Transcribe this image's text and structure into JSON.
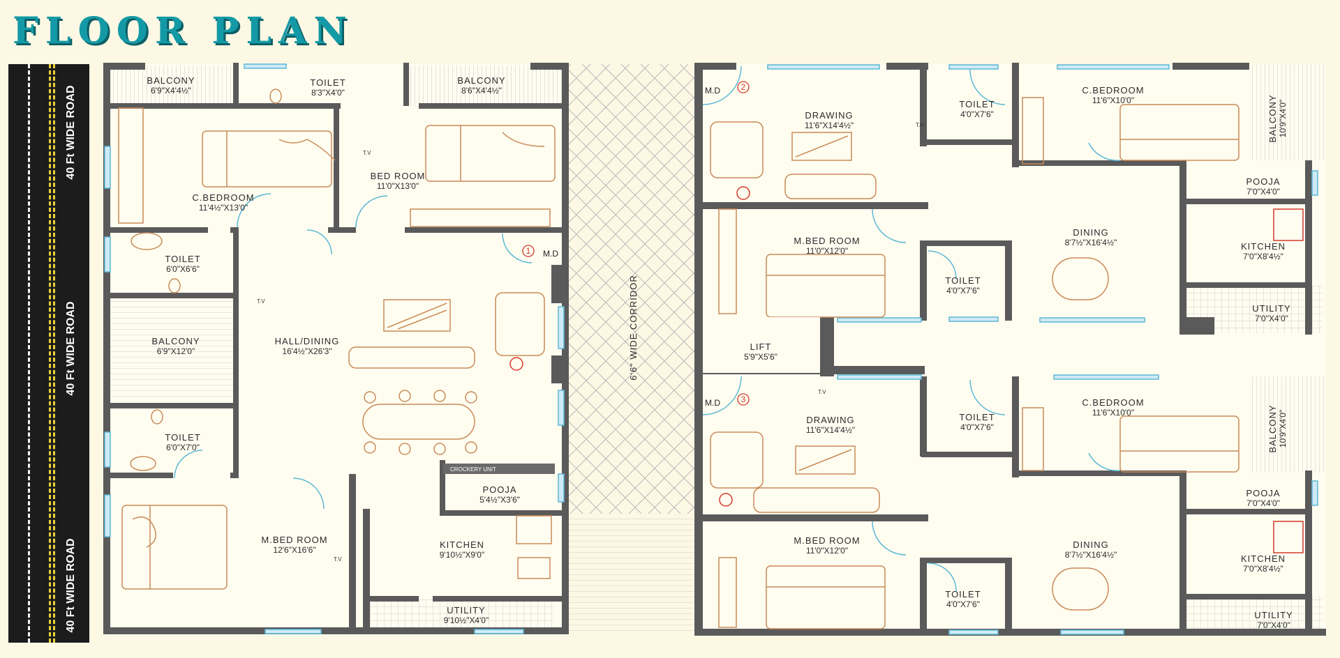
{
  "title": "FLOOR PLAN",
  "road": {
    "label": "40 Ft WIDE ROAD"
  },
  "corridor": {
    "label": "6'6\" WIDE CORRIDOR"
  },
  "rooms": [
    {
      "id": "balcony-a",
      "name": "BALCONY",
      "dims": "6'9\"X4'4½\""
    },
    {
      "id": "toilet-a",
      "name": "TOILET",
      "dims": "8'3\"X4'0\""
    },
    {
      "id": "balcony-b",
      "name": "BALCONY",
      "dims": "8'6\"X4'4½\""
    },
    {
      "id": "cbedroom-a",
      "name": "C.BEDROOM",
      "dims": "11'4½\"X13'0\""
    },
    {
      "id": "bedroom-a",
      "name": "BED ROOM",
      "dims": "11'0\"X13'0\""
    },
    {
      "id": "toilet-b",
      "name": "TOILET",
      "dims": "6'0\"X6'6\""
    },
    {
      "id": "balcony-c",
      "name": "BALCONY",
      "dims": "6'9\"X12'0\""
    },
    {
      "id": "hall-dining",
      "name": "HALL/DINING",
      "dims": "16'4½\"X26'3\""
    },
    {
      "id": "toilet-c",
      "name": "TOILET",
      "dims": "6'0\"X7'0\""
    },
    {
      "id": "pooja-a",
      "name": "POOJA",
      "dims": "5'4½\"X3'6\""
    },
    {
      "id": "mbedroom-a",
      "name": "M.BED ROOM",
      "dims": "12'6\"X16'6\""
    },
    {
      "id": "kitchen-a",
      "name": "KITCHEN",
      "dims": "9'10½\"X9'0\""
    },
    {
      "id": "utility-a",
      "name": "UTILITY",
      "dims": "9'10½\"X4'0\""
    },
    {
      "id": "drawing-2",
      "name": "DRAWING",
      "dims": "11'6\"X14'4½\""
    },
    {
      "id": "toilet-2a",
      "name": "TOILET",
      "dims": "4'0\"X7'6\""
    },
    {
      "id": "cbedroom-2",
      "name": "C.BEDROOM",
      "dims": "11'6\"X10'0\""
    },
    {
      "id": "balcony-2",
      "name": "BALCONY",
      "dims": "10'9\"X4'0\""
    },
    {
      "id": "pooja-2",
      "name": "POOJA",
      "dims": "7'0\"X4'0\""
    },
    {
      "id": "dining-2",
      "name": "DINING",
      "dims": "8'7½\"X16'4½\""
    },
    {
      "id": "kitchen-2",
      "name": "KITCHEN",
      "dims": "7'0\"X8'4½\""
    },
    {
      "id": "mbedroom-2",
      "name": "M.BED ROOM",
      "dims": "11'0\"X12'0\""
    },
    {
      "id": "toilet-2b",
      "name": "TOILET",
      "dims": "4'0\"X7'6\""
    },
    {
      "id": "utility-2",
      "name": "UTILITY",
      "dims": "7'0\"X4'0\""
    },
    {
      "id": "lift",
      "name": "LIFT",
      "dims": "5'9\"X5'6\""
    },
    {
      "id": "drawing-3",
      "name": "DRAWING",
      "dims": "11'6\"X14'4½\""
    },
    {
      "id": "toilet-3a",
      "name": "TOILET",
      "dims": "4'0\"X7'6\""
    },
    {
      "id": "cbedroom-3",
      "name": "C.BEDROOM",
      "dims": "11'6\"X10'0\""
    },
    {
      "id": "balcony-3",
      "name": "BALCONY",
      "dims": "10'9\"X4'0\""
    },
    {
      "id": "pooja-3",
      "name": "POOJA",
      "dims": "7'0\"X4'0\""
    },
    {
      "id": "dining-3",
      "name": "DINING",
      "dims": "8'7½\"X16'4½\""
    },
    {
      "id": "kitchen-3",
      "name": "KITCHEN",
      "dims": "7'0\"X8'4½\""
    },
    {
      "id": "mbedroom-3",
      "name": "M.BED ROOM",
      "dims": "11'0\"X12'0\""
    },
    {
      "id": "toilet-3b",
      "name": "TOILET",
      "dims": "4'0\"X7'6\""
    },
    {
      "id": "utility-3",
      "name": "UTILITY",
      "dims": "7'0\"X4'0\""
    }
  ],
  "labels": {
    "tv": "T.V",
    "crockery": "CROCKERY UNIT",
    "main_door": "M.D",
    "unit_1": "1",
    "unit_2": "2",
    "unit_3": "3"
  },
  "colors": {
    "wall": "#5a5a5a",
    "window": "#5bb8d6",
    "furniture": "#c98a58",
    "title": "#149aa6",
    "road": "#1c1c1c"
  }
}
